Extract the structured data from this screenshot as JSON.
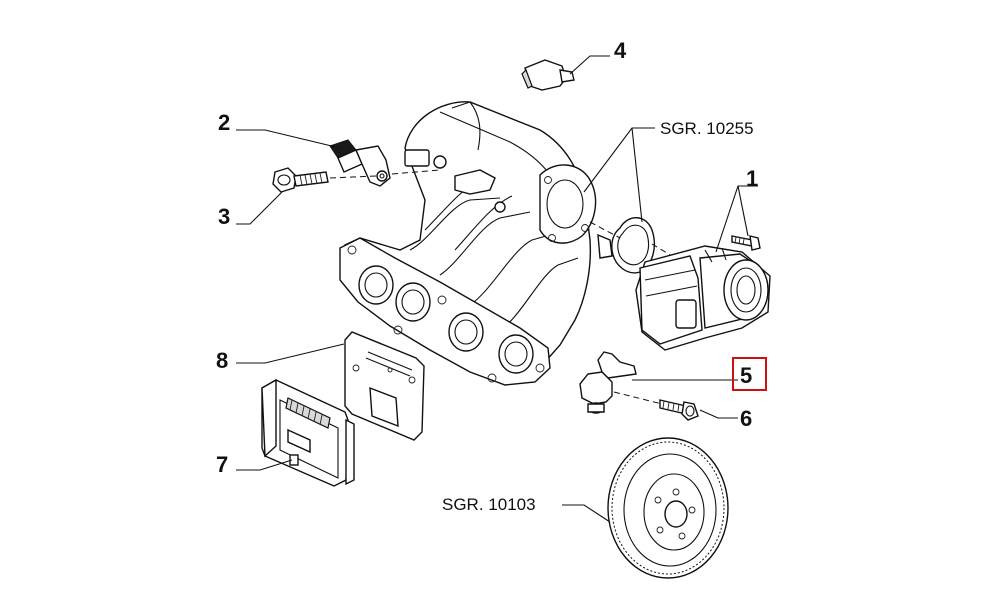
{
  "callouts": [
    {
      "id": "1",
      "label": "1"
    },
    {
      "id": "2",
      "label": "2"
    },
    {
      "id": "3",
      "label": "3"
    },
    {
      "id": "4",
      "label": "4"
    },
    {
      "id": "5",
      "label": "5"
    },
    {
      "id": "6",
      "label": "6"
    },
    {
      "id": "7",
      "label": "7"
    },
    {
      "id": "8",
      "label": "8"
    }
  ],
  "references": {
    "sgr_top": "SGR. 10255",
    "sgr_bottom": "SGR. 10103"
  },
  "highlight": {
    "callout": "5",
    "color": "#cc1111"
  }
}
